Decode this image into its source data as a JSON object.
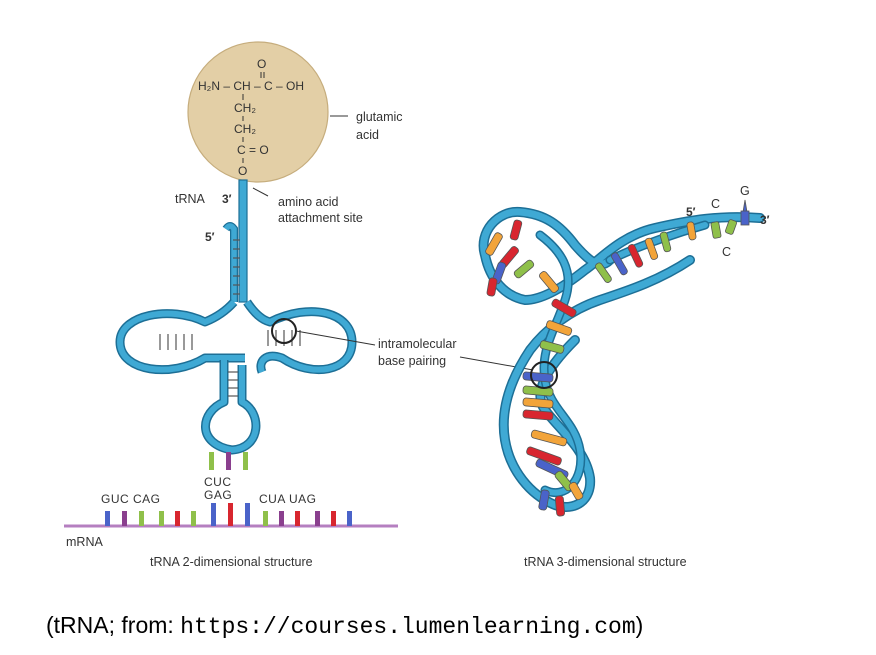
{
  "left_panel": {
    "amino_acid": {
      "formula_top_o": "O",
      "formula_main": "H₂N – CH – C – OH",
      "formula_ch2_a": "CH₂",
      "formula_ch2_b": "CH₂",
      "formula_co": "C = O",
      "formula_o": "O"
    },
    "labels": {
      "glutamic_acid_line1": "glutamic",
      "glutamic_acid_line2": "acid",
      "trna": "tRNA",
      "three_prime": "3′",
      "five_prime": "5′",
      "attachment_line1": "amino acid",
      "attachment_line2": "attachment site",
      "intramolecular_line1": "intramolecular",
      "intramolecular_line2": "base pairing",
      "anticodon_top": "CUC",
      "anticodon_bottom": "GAG",
      "mrna_codons_left": "GUC CAG",
      "mrna_codons_right": "CUA UAG",
      "mrna": "mRNA",
      "caption": "tRNA 2-dimensional structure"
    }
  },
  "right_panel": {
    "labels": {
      "five_prime": "5′",
      "three_prime": "3′",
      "base_c1": "C",
      "base_g": "G",
      "base_c2": "C",
      "caption": "tRNA 3-dimensional structure"
    }
  },
  "footer": {
    "caption_prefix": "(tRNA; from: ",
    "caption_url": "https://courses.lumenlearning.com",
    "caption_suffix": ")"
  },
  "colors": {
    "trna_fill": "#3fa9d4",
    "trna_stroke": "#1d6f96",
    "amino_acid_fill": "#e3cfa6",
    "mrna_line": "#b57fc0",
    "base_blue": "#4a63c9",
    "base_red": "#d8262f",
    "base_green": "#8fc04a",
    "base_purple": "#8a3f8e",
    "base_orange": "#f2a43a"
  }
}
